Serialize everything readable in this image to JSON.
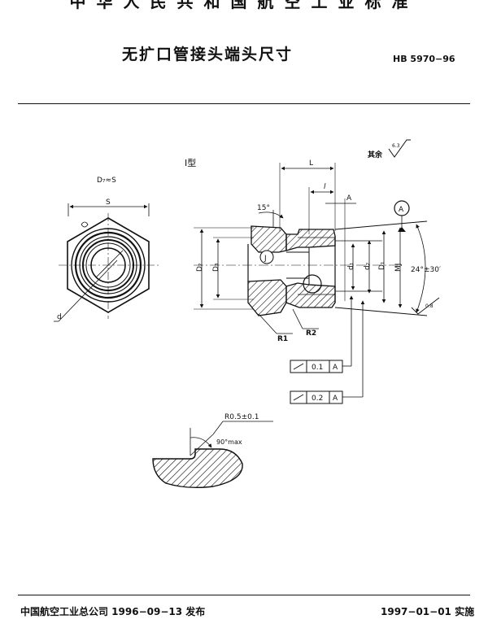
{
  "header": {
    "standard_name": "中华人民共和国航空工业标准",
    "title": "无扩口管接头端头尺寸",
    "code": "HB 5970−96"
  },
  "drawing": {
    "type_label": "Ⅰ型",
    "across_flats_note": "D₇≈S",
    "label_S": "S",
    "label_d": "d",
    "roughness_prefix": "其余",
    "roughness_value": "6.3",
    "label_L": "L",
    "label_l": "l",
    "label_A": "A",
    "datum_A": "A",
    "angle_15": "15°",
    "angle_24": "24°±30′",
    "roughness_cone": "0.8",
    "label_J": "J",
    "label_D2": "D₂",
    "label_D3": "D₃",
    "label_d1": "d₁",
    "label_d2": "d₂",
    "label_D1": "D₁",
    "label_MJ": "MJ",
    "label_R1": "R1",
    "label_R2": "R2",
    "tol1_value": "0.1",
    "tol1_datum": "A",
    "tol2_value": "0.2",
    "tol2_datum": "A",
    "detail_radius": "R0.5±0.1",
    "detail_angle": "90°max"
  },
  "footer": {
    "publisher": "中国航空工业总公司 1996−09−13 发布",
    "implement": "1997−01−01 实施"
  }
}
